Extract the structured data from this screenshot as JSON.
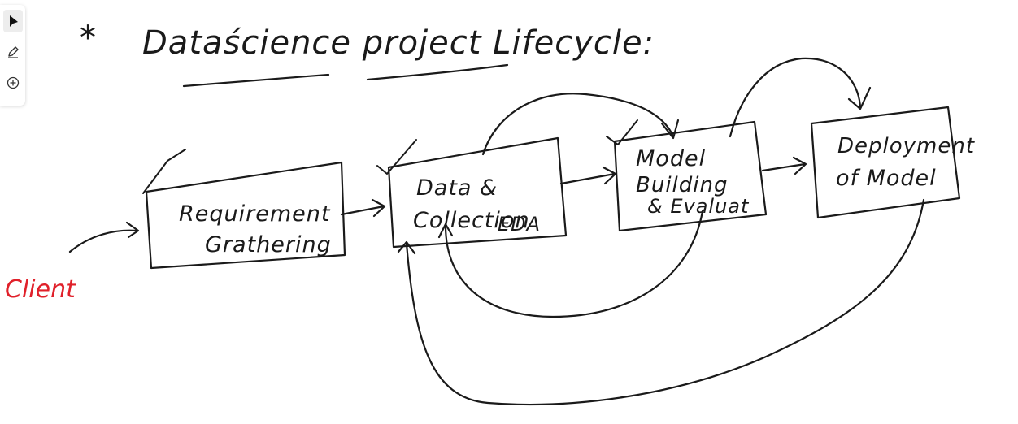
{
  "title": "Dataścience project Lifecycle:",
  "title_bullet": "*",
  "side_note": "Client",
  "stages": [
    {
      "line1": "Requirement",
      "line2": "Grathering"
    },
    {
      "line1": "Data  &",
      "line2": "Collection",
      "line3": "EDA"
    },
    {
      "line1": "Model",
      "line2": "Building",
      "line3": "& Evaluat"
    },
    {
      "line1": "Deployment",
      "line2": "of Model"
    }
  ],
  "toolbar": [
    {
      "icon": "cursor-icon",
      "active": true
    },
    {
      "icon": "pen-icon",
      "active": false
    },
    {
      "icon": "add-circle-icon",
      "active": false
    }
  ],
  "colors": {
    "ink": "#1a1a1a",
    "accent": "#e0202a"
  }
}
